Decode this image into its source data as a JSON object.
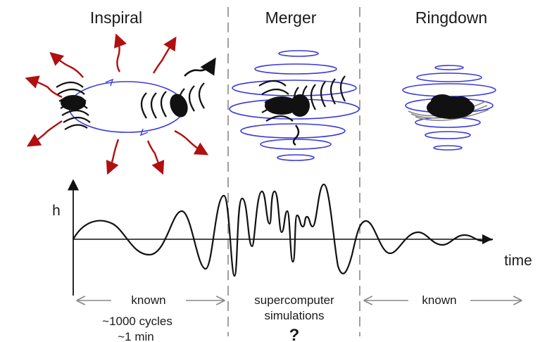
{
  "phases": [
    {
      "title": "Inspiral",
      "bottom_label": "known",
      "notes": [
        "~1000 cycles",
        "~1 min"
      ]
    },
    {
      "title": "Merger",
      "bottom_label": [
        "supercomputer",
        "simulations"
      ],
      "notes": [
        "?"
      ]
    },
    {
      "title": "Ringdown",
      "bottom_label": "known",
      "notes": []
    }
  ],
  "axes": {
    "y_label": "h",
    "x_label": "time"
  },
  "colors": {
    "ink": "#111111",
    "orbit": "#3a3ad8",
    "radiation": "#b01010",
    "divider": "#888888",
    "ring": "#888888"
  }
}
